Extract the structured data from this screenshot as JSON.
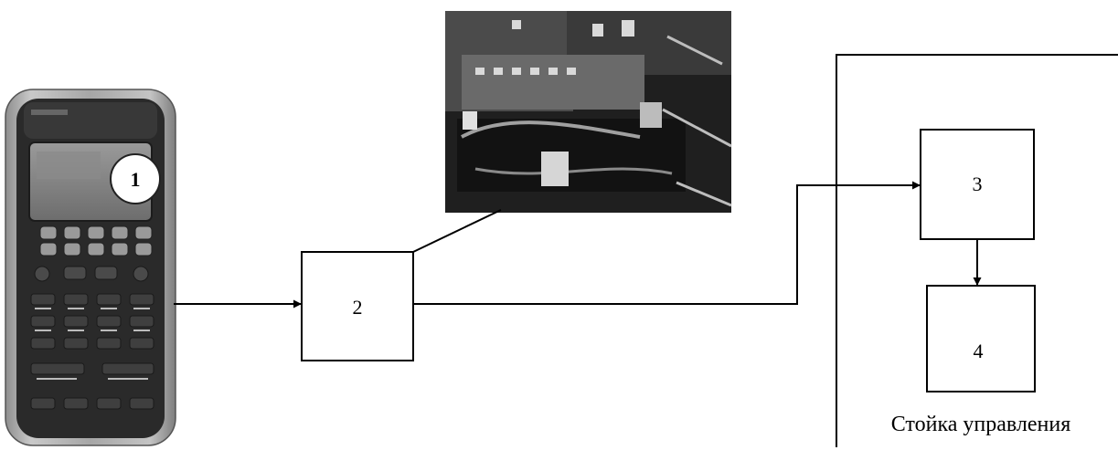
{
  "diagram": {
    "callout_1": "1",
    "block_2": "2",
    "block_3": "3",
    "block_4": "4",
    "rack_caption": "Стойка управления"
  }
}
